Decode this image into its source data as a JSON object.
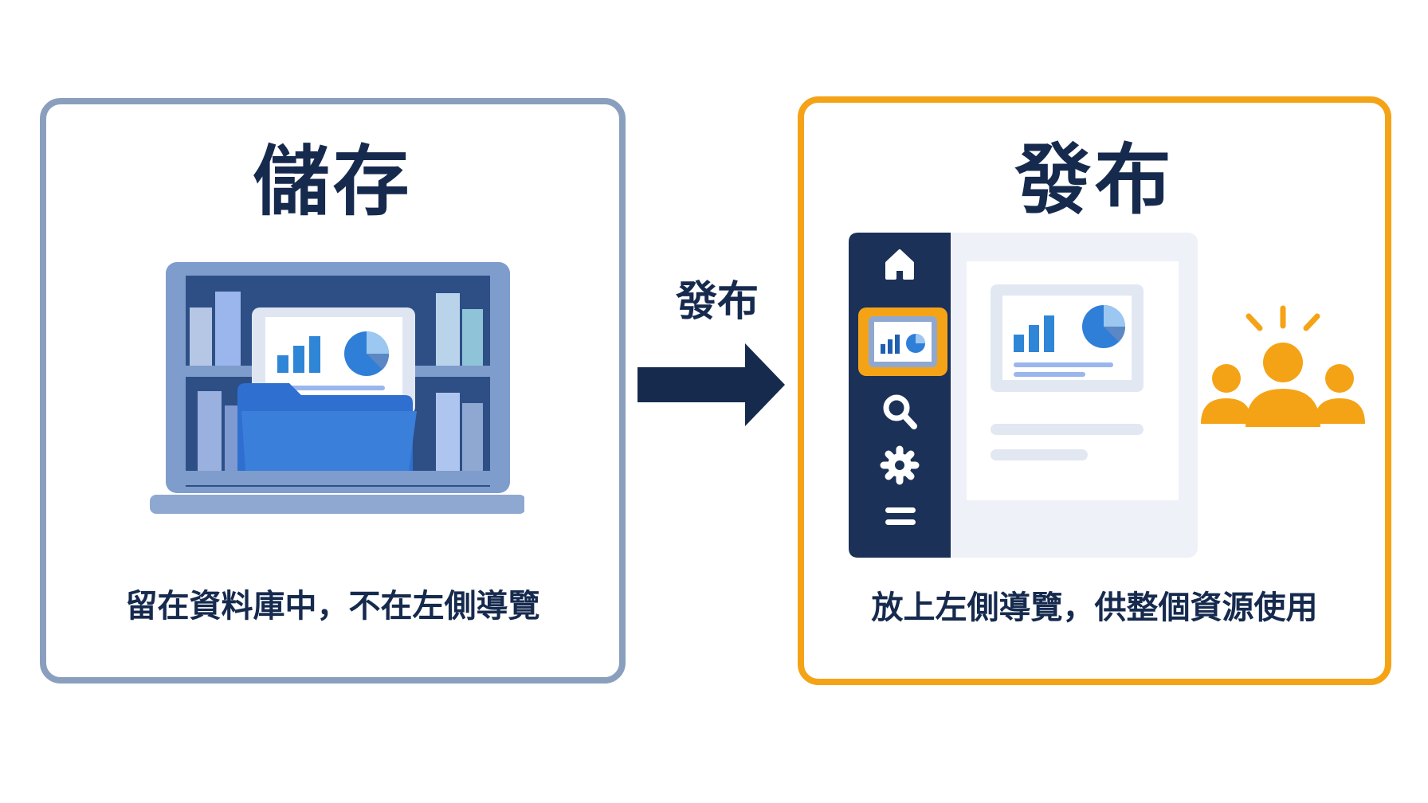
{
  "store": {
    "title": "儲存",
    "caption": "留在資料庫中，不在左側導覽"
  },
  "arrow": {
    "label": "發布"
  },
  "publish": {
    "title": "發布",
    "caption": "放上左側導覽，供整個資源使用"
  },
  "icons": {
    "store_illustration": "bookshelf-with-folder-and-report-icon",
    "arrow": "right-arrow-icon",
    "nav_items": [
      "home-icon",
      "report-icon",
      "search-icon",
      "gear-icon",
      "menu-icon"
    ],
    "audience": "people-group-icon"
  },
  "colors": {
    "store_border": "#8a9fbe",
    "publish_border": "#f5a316",
    "text": "#162a4e",
    "nav_bg": "#1b3157",
    "accent_blue": "#2f7fd8",
    "accent_orange": "#f5a316"
  }
}
